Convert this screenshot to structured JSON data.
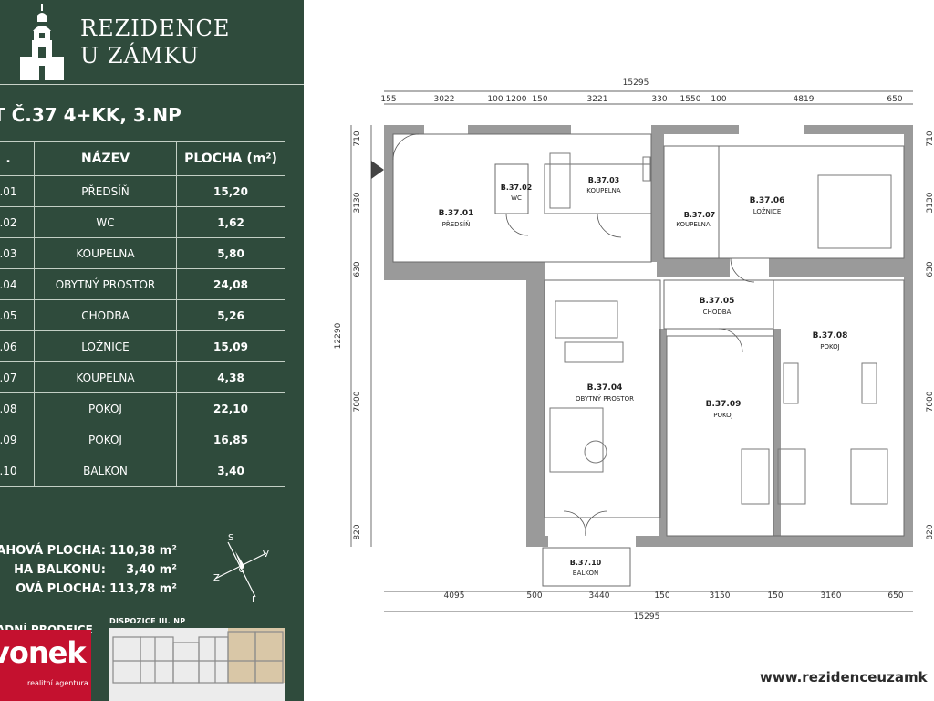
{
  "brand": {
    "line1": "REZIDENCE",
    "line2": "U ZÁMKU"
  },
  "apartment_title": "T Č.37 4+KK, 3.NP",
  "table": {
    "headers": [
      ".",
      "NÁZEV",
      "PLOCHA (m²)"
    ],
    "rows": [
      {
        "code": ".01",
        "name": "PŘEDSÍŇ",
        "area": "15,20"
      },
      {
        "code": ".02",
        "name": "WC",
        "area": "1,62"
      },
      {
        "code": ".03",
        "name": "KOUPELNA",
        "area": "5,80"
      },
      {
        "code": ".04",
        "name": "OBYTNÝ PROSTOR",
        "area": "24,08"
      },
      {
        "code": ".05",
        "name": "CHODBA",
        "area": "5,26"
      },
      {
        "code": ".06",
        "name": "LOŽNICE",
        "area": "15,09"
      },
      {
        "code": ".07",
        "name": "KOUPELNA",
        "area": "4,38"
      },
      {
        "code": ".08",
        "name": "POKOJ",
        "area": "22,10"
      },
      {
        "code": ".09",
        "name": "POKOJ",
        "area": "16,85"
      },
      {
        "code": ".10",
        "name": "BALKON",
        "area": "3,40"
      }
    ]
  },
  "totals": [
    {
      "label": "AHOVÁ PLOCHA:",
      "value": "110,38 m²"
    },
    {
      "label": "HA BALKONU:",
      "value": "3,40 m²"
    },
    {
      "label": "OVÁ PLOCHA:",
      "value": "113,78 m²"
    }
  ],
  "compass": {
    "s": "S",
    "v": "V",
    "z": "Z",
    "j": "J"
  },
  "sales_label": "ADNÍ PRODEJCE",
  "logo": {
    "text": "vonek",
    "sub": "realitní agentura"
  },
  "disposition_label": "DISPOZICE III. NP",
  "website": "www.rezidenceuzamk",
  "plan": {
    "dim_total": "15295",
    "dims_top": [
      "155",
      "3022",
      "100",
      "1200",
      "150",
      "3221",
      "330",
      "1550",
      "100",
      "4819",
      "650"
    ],
    "dims_bottom": [
      "4095",
      "500",
      "3440",
      "150",
      "3150",
      "150",
      "3160",
      "650"
    ],
    "dims_left": [
      "710",
      "3130",
      "630",
      "7000",
      "820"
    ],
    "dims_left_total": "12290",
    "dims_right": [
      "710",
      "3130",
      "630",
      "7000",
      "820"
    ],
    "rooms": [
      {
        "id": "B.37.01",
        "name": "PŘEDSÍŇ"
      },
      {
        "id": "B.37.02",
        "name": "WC"
      },
      {
        "id": "B.37.03",
        "name": "KOUPELNA"
      },
      {
        "id": "B.37.07",
        "name": "KOUPELNA"
      },
      {
        "id": "B.37.06",
        "name": "LOŽNICE"
      },
      {
        "id": "B.37.05",
        "name": "CHODBA"
      },
      {
        "id": "B.37.08",
        "name": "POKOJ"
      },
      {
        "id": "B.37.04",
        "name": "OBYTNÝ PROSTOR"
      },
      {
        "id": "B.37.09",
        "name": "POKOJ"
      },
      {
        "id": "B.37.10",
        "name": "BALKON"
      }
    ]
  },
  "colors": {
    "sidebar": "#2f4b3c",
    "logo": "#c4112f",
    "wall": "#9a9a9a"
  }
}
